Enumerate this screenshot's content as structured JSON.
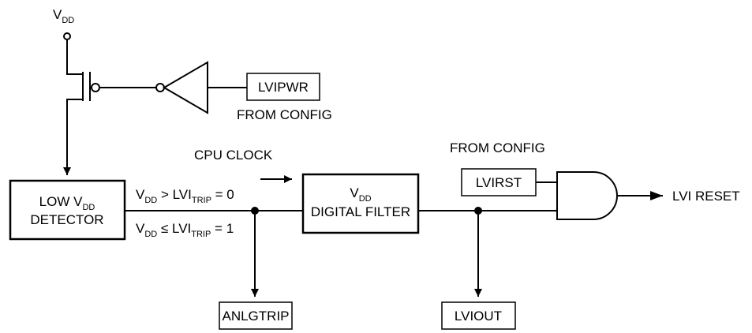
{
  "supply": {
    "label": "V",
    "sub": "DD"
  },
  "lvipwr": {
    "label": "LVIPWR",
    "source": "FROM CONFIG"
  },
  "detector": {
    "line1": "LOW V",
    "line1_sub": "DD",
    "line2": "DETECTOR"
  },
  "conditions": {
    "above": {
      "v": "V",
      "v_sub": "DD",
      "op": " > LVI",
      "op_sub": "TRIP",
      "result": " = 0"
    },
    "below": {
      "v": "V",
      "v_sub": "DD",
      "op": " ≤ LVI",
      "op_sub": "TRIP",
      "result": " = 1"
    }
  },
  "clock": {
    "label": "CPU CLOCK"
  },
  "filter": {
    "line1": "V",
    "line1_sub": "DD",
    "line2": "DIGITAL FILTER"
  },
  "lvirst": {
    "label": "LVIRST",
    "source": "FROM CONFIG"
  },
  "output": {
    "label": "LVI RESET"
  },
  "anlgtrip": {
    "label": "ANLGTRIP"
  },
  "lviout": {
    "label": "LVIOUT"
  }
}
